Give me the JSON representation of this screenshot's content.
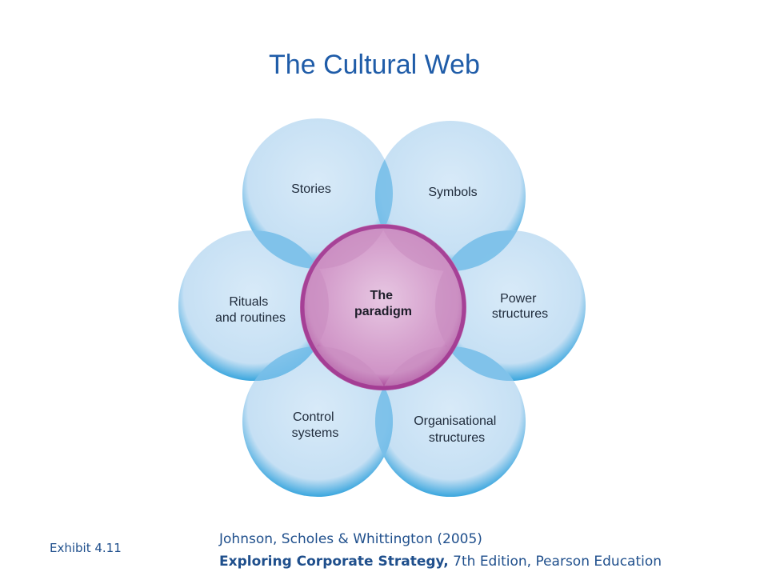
{
  "title": "The Cultural Web",
  "nodes": {
    "stories": [
      "Stories"
    ],
    "symbols": [
      "Symbols"
    ],
    "power": [
      "Power",
      "structures"
    ],
    "organisational": [
      "Organisational",
      "structures"
    ],
    "control": [
      "Control",
      "systems"
    ],
    "rituals": [
      "Rituals",
      "and routines"
    ]
  },
  "center": [
    "The",
    "paradigm"
  ],
  "exhibit": "Exhibit 4.11",
  "citation": {
    "line1": "Johnson, Scholes & Whittington (2005)",
    "book": "Exploring Corporate Strategy,",
    "rest": " 7th Edition, Pearson Education"
  },
  "colors": {
    "outer_fill": "#cfe5f6",
    "outer_rim": "#34a3dd",
    "overlap": "#78bfe9",
    "center_fill": "#dcb0d4",
    "center_rim": "#a0358f"
  }
}
